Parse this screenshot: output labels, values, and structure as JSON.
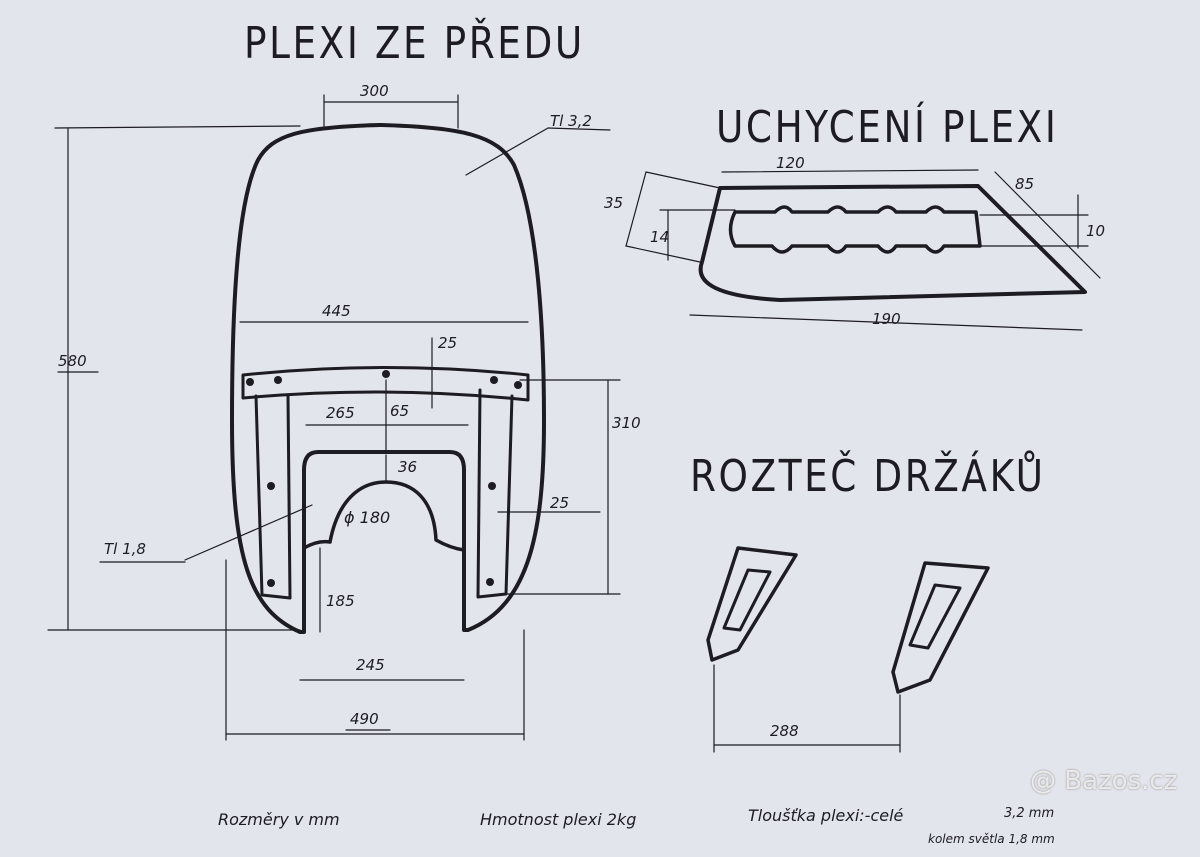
{
  "titles": {
    "front": "PLEXI ZE PŘEDU",
    "mount": "UCHYCENÍ PLEXI",
    "spacing": "ROZTEČ DRŽÁKŮ"
  },
  "front_dims": {
    "top_width": "300",
    "thickness_top": "Tl 3,2",
    "height": "580",
    "mid_width": "445",
    "strip_width": "25",
    "inner_height": "310",
    "cutout_width": "265",
    "gap_65": "65",
    "gap_36": "36",
    "diameter": "ϕ 180",
    "side_strip": "25",
    "thickness_inner": "Tl 1,8",
    "leg_height": "185",
    "bottom_gap": "245",
    "total_width": "490"
  },
  "mount_dims": {
    "top": "120",
    "angle": "85",
    "left": "35",
    "slot": "14",
    "slot_right": "10",
    "bottom": "190"
  },
  "spacing_dims": {
    "distance": "288"
  },
  "footer": {
    "units": "Rozměry v mm",
    "weight": "Hmotnost plexi 2kg",
    "thickness": "Tloušťka plexi:-celé",
    "thickness_full": "3,2 mm",
    "thickness_edge": "kolem světla 1,8 mm"
  },
  "watermark": "@ Bazos.cz",
  "colors": {
    "paper": "#e3e5ec",
    "ink": "#1c1c22"
  }
}
